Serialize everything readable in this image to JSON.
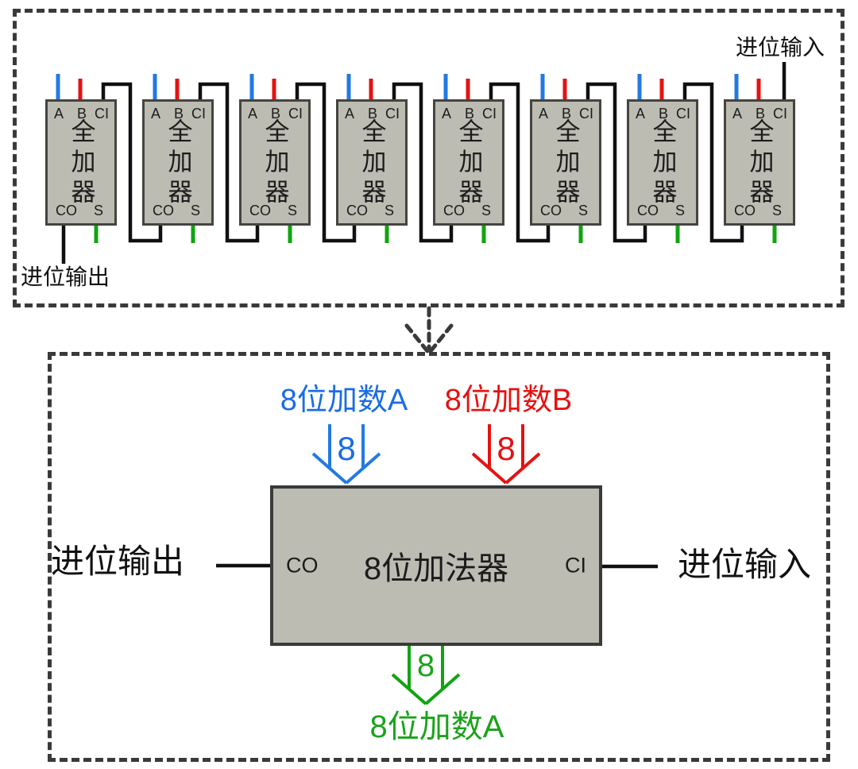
{
  "colors": {
    "background": "#ffffff",
    "border_dash": "#3a3a3a",
    "block_fill": "#bdbcb2",
    "block_border": "#45443e",
    "wire_black": "#101010",
    "wire_blue": "#2379e2",
    "wire_red": "#e51212",
    "wire_green": "#10a410",
    "label_blue": "#1b6ce4",
    "label_red": "#e51212",
    "label_green": "#1ba31b"
  },
  "top_panel": {
    "carry_in_label": "进位输入",
    "carry_out_label": "进位输出",
    "adder_count": 8,
    "adder": {
      "title": "全加器",
      "pin_a": "A",
      "pin_b": "B",
      "pin_ci": "CI",
      "pin_co": "CO",
      "pin_s": "S"
    }
  },
  "bottom_panel": {
    "input_a_label": "8位加数A",
    "input_b_label": "8位加数B",
    "output_label": "8位加数A",
    "bus_width": "8",
    "block_title": "8位加法器",
    "pin_co": "CO",
    "pin_ci": "CI",
    "carry_out_label": "进位输出",
    "carry_in_label": "进位输入"
  }
}
